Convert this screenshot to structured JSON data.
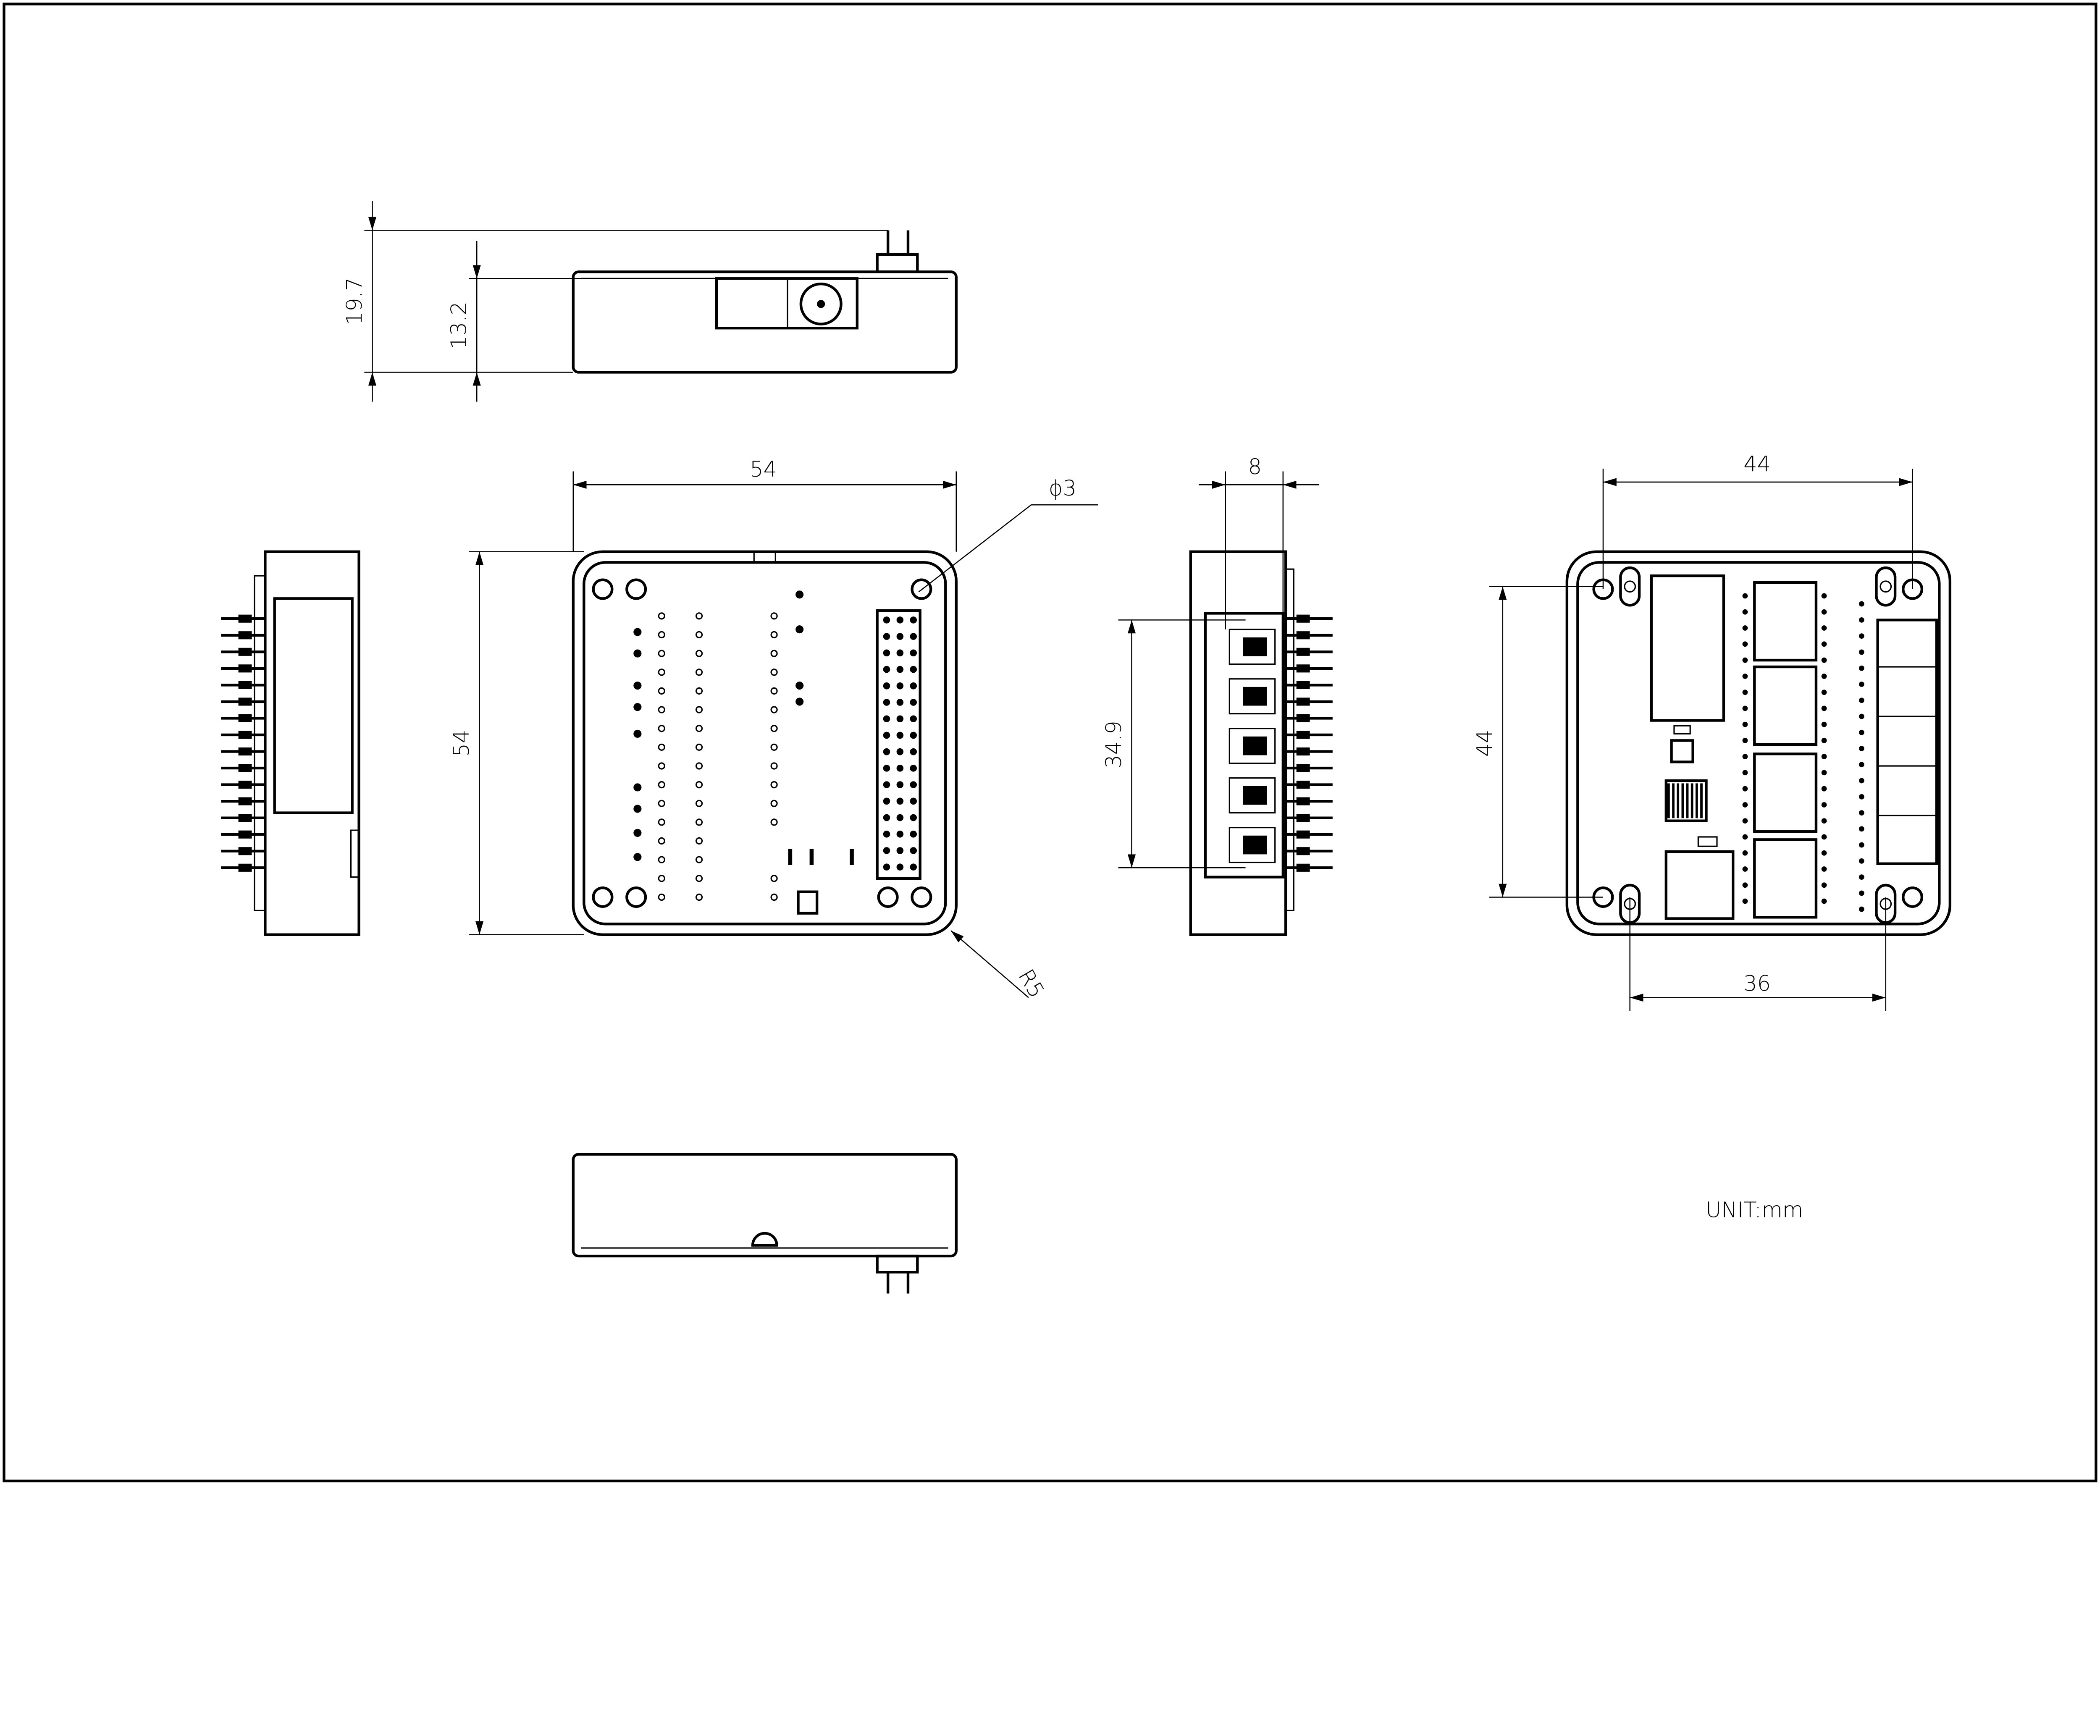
{
  "drawing": {
    "dimensions": {
      "overall_height": "19.7",
      "body_height": "13.2",
      "width": "54",
      "depth": "54",
      "hole_diameter": "ϕ3",
      "corner_radius": "R5",
      "side_thickness": "8",
      "connector_span": "34.9",
      "hole_spacing_x": "44",
      "hole_spacing_y": "44",
      "slot_spacing": "36"
    },
    "unit_label": "UNIT:mm",
    "colors": {
      "line": "#000000",
      "background": "#ffffff"
    }
  }
}
